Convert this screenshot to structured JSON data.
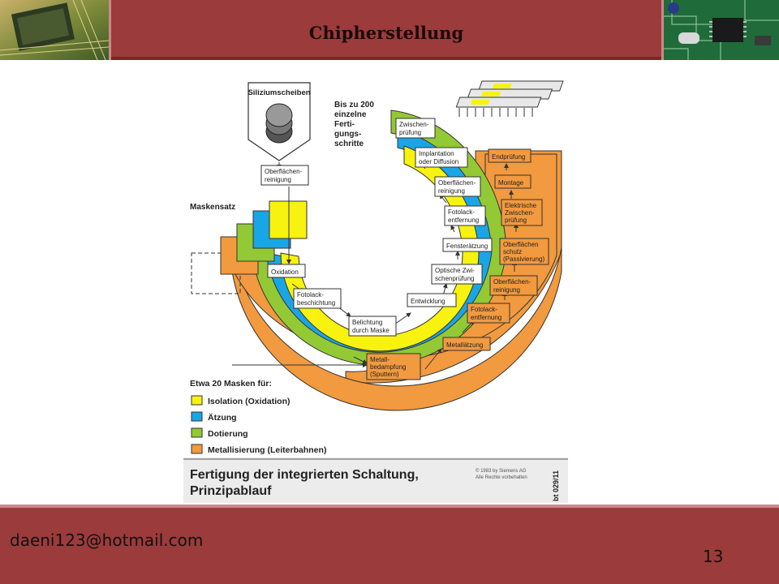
{
  "header": {
    "title": "Chipherstellung"
  },
  "footer": {
    "email": "daeni123@hotmail.com",
    "page_number": "13"
  },
  "figure": {
    "caption_line1": "Fertigung der integrierten Schaltung,",
    "caption_line2": "Prinzipablauf",
    "copyright_line1": "© 1983 by Siemens AG",
    "copyright_line2": "Alle Rechte vorbehalten",
    "figure_code": "bt 029/11",
    "wafer_box_label": "Siliziumscheiben",
    "steps_note": [
      "Bis zu 200",
      "einzelne",
      "Ferti-",
      "gungs-",
      "schritte"
    ],
    "mask_set_label": "Maskensatz",
    "process_steps": {
      "oberflaechenreinigung_top": [
        "Oberflächen-",
        "reinigung"
      ],
      "oxidation": [
        "Oxidation"
      ],
      "fotolackbeschichtung": [
        "Fotolack-",
        "beschichtung"
      ],
      "belichtung": [
        "Belichtung",
        "durch Maske"
      ],
      "entwicklung": [
        "Entwicklung"
      ],
      "optische_pruefung": [
        "Optische Zwi-",
        "schenprüfung"
      ],
      "fensteraetzung": [
        "Fensterätzung"
      ],
      "fotolackentfernung_inner": [
        "Fotolack-",
        "entfernung"
      ],
      "oberflaechenreinigung_inner": [
        "Oberflächen-",
        "reinigung"
      ],
      "implantation": [
        "Implantation",
        "oder Diffusion"
      ],
      "zwischenpruefung": [
        "Zwischen-",
        "prüfung"
      ],
      "metallbedampfung": [
        "Metall-",
        "bedampfung",
        "(Sputtern)"
      ],
      "metallaetzung": [
        "Metallätzung"
      ],
      "fotolackentfernung_outer": [
        "Fotolack-",
        "entfernung"
      ],
      "oberflaechenreinigung_outer": [
        "Oberflächen-",
        "reinigung"
      ],
      "oberflaechenschutz": [
        "Oberflächen",
        "schutz",
        "(Passivierung)"
      ],
      "elektrische_zwischenpruefung": [
        "Elektrische",
        "Zwischen-",
        "prüfung"
      ],
      "montage": [
        "Montage"
      ],
      "endpruefung": [
        "Endprüfung"
      ]
    },
    "legend": {
      "title": "Etwa 20 Masken für:",
      "items": [
        {
          "label": "Isolation (Oxidation)",
          "color": "#f7f20f"
        },
        {
          "label": "Ätzung",
          "color": "#1aa6e6"
        },
        {
          "label": "Dotierung",
          "color": "#93c935"
        },
        {
          "label": "Metallisierung (Leiterbahnen)",
          "color": "#f29a3f"
        }
      ]
    }
  },
  "colors": {
    "accent": "#9c3b3b",
    "yellow": "#f7f20f",
    "blue": "#1aa6e6",
    "green": "#93c935",
    "orange": "#f29a3f"
  }
}
